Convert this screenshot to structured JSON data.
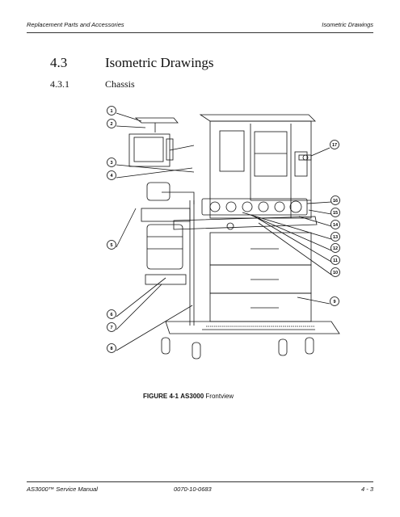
{
  "header": {
    "left": "Replacement Parts and Accessories",
    "right": "Isometric Drawings"
  },
  "section": {
    "number": "4.3",
    "title": "Isometric Drawings"
  },
  "subsection": {
    "number": "4.3.1",
    "title": "Chassis"
  },
  "figure": {
    "callouts": [
      "1",
      "2",
      "3",
      "4",
      "5",
      "6",
      "7",
      "8",
      "9",
      "10",
      "11",
      "12",
      "13",
      "14",
      "15",
      "16",
      "17"
    ],
    "caption_label": "FIGURE 4-1",
    "caption_model": "AS3000",
    "caption_text": "Frontview"
  },
  "footer": {
    "left": "AS3000™ Service Manual",
    "center": "0070-10-0683",
    "right": "4 - 3"
  }
}
